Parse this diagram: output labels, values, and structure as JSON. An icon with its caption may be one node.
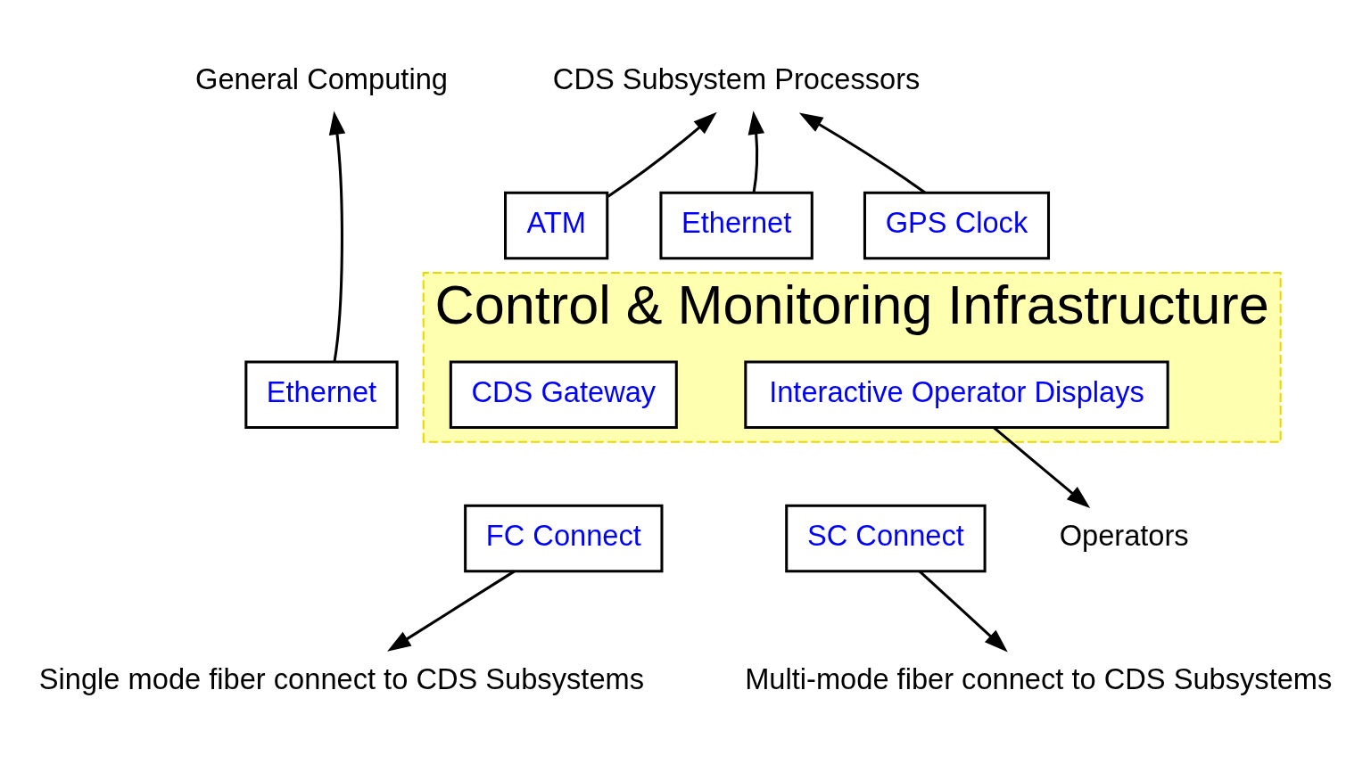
{
  "diagram": {
    "nodes": [
      {
        "text": [
          "Control & Monitoring Infrastructure"
        ]
      },
      {
        "text": [
          "CDS Subsystem Processors"
        ]
      },
      {
        "text": [
          "General Computing"
        ]
      },
      {
        "text": [
          "ATM"
        ]
      },
      {
        "text": [
          "Ethernet"
        ]
      },
      {
        "text": [
          "GPS Clock"
        ]
      },
      {
        "text": [
          "Ethernet"
        ]
      },
      {
        "text": [
          "CDS Gateway"
        ],
        "in": 0
      },
      {
        "text": [
          "Interactive Operator Displays"
        ],
        "in": 0
      },
      {
        "text": [
          "Operators"
        ]
      },
      {
        "text": [
          "FC Connect"
        ]
      },
      {
        "text": [
          "SC Connect"
        ]
      },
      {
        "text": [
          "Multi-mode fiber connect to CDS Subsystems"
        ]
      },
      {
        "text": [
          "Single mode fiber connect to CDS Subsystems"
        ]
      }
    ],
    "edges": [
      {
        "from": 3,
        "to": 1,
        "arrow": "to"
      },
      {
        "from": 4,
        "to": 1,
        "arrow": "to"
      },
      {
        "from": 5,
        "to": 1,
        "arrow": "to"
      },
      {
        "from": 6,
        "to": 2,
        "arrow": "to"
      },
      {
        "from": 8,
        "to": 9,
        "arrow": "to"
      },
      {
        "from": 10,
        "to": 13,
        "arrow": "to"
      },
      {
        "from": 11,
        "to": 12,
        "arrow": "to"
      }
    ]
  }
}
